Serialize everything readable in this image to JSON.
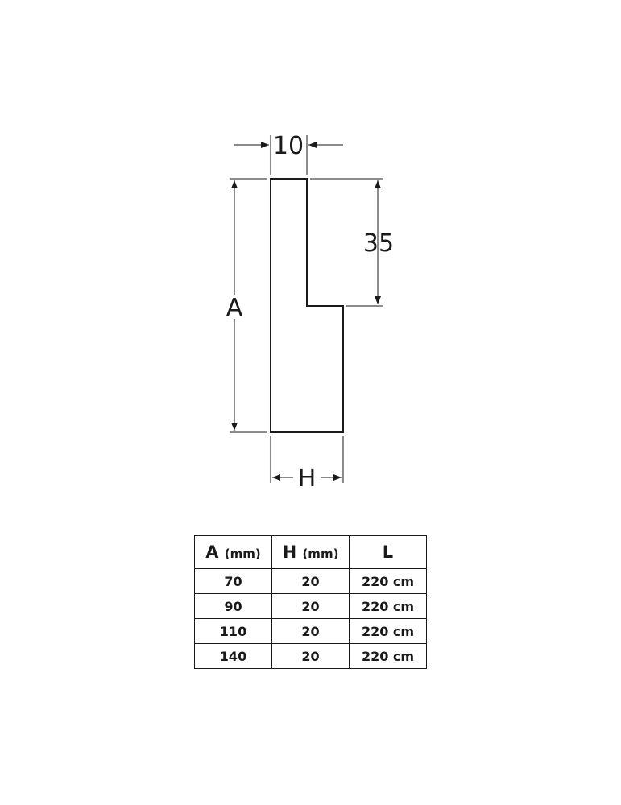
{
  "drawing": {
    "labels": {
      "top_width": "10",
      "step_height": "35",
      "total_height": "A",
      "base_width": "H"
    },
    "line_color": "#1a1a1a"
  },
  "table": {
    "headers": [
      {
        "letter": "A",
        "unit": "(mm)"
      },
      {
        "letter": "H",
        "unit": "(mm)"
      },
      {
        "letter": "L",
        "unit": ""
      }
    ],
    "rows": [
      [
        "70",
        "20",
        "220 cm"
      ],
      [
        "90",
        "20",
        "220 cm"
      ],
      [
        "110",
        "20",
        "220 cm"
      ],
      [
        "140",
        "20",
        "220 cm"
      ]
    ]
  }
}
